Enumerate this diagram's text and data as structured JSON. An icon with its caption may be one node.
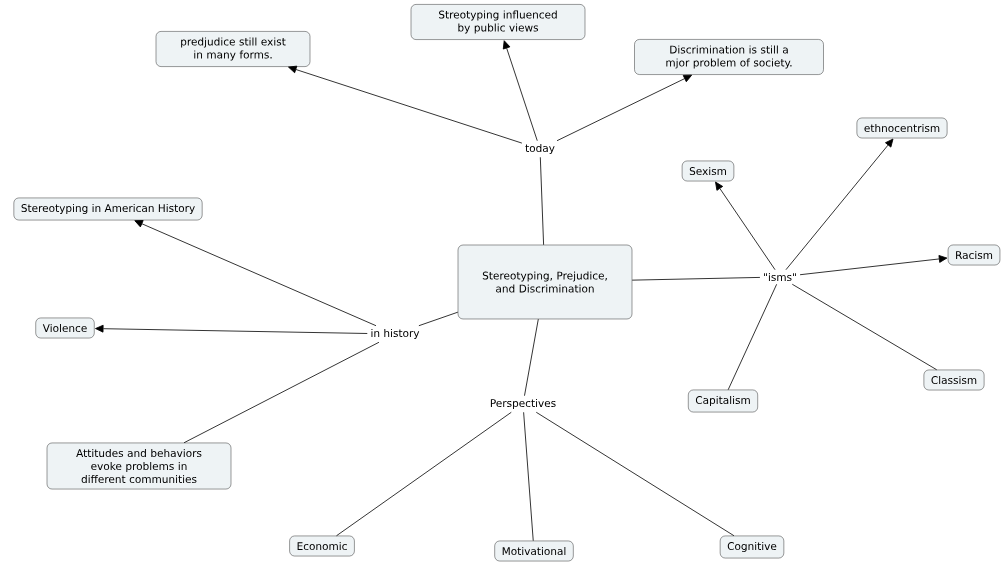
{
  "diagram": {
    "nodes": [
      {
        "text": [
          "Stereotyping, Prejudice, and Discrimination"
        ]
      },
      {
        "text": [
          "today"
        ]
      },
      {
        "text": [
          "predjudice still exist in many forms."
        ]
      },
      {
        "text": [
          "Streotyping influenced by public views"
        ]
      },
      {
        "text": [
          "Discrimination is still a mjor problem of society."
        ]
      },
      {
        "text": [
          "\"isms\""
        ]
      },
      {
        "text": [
          "Sexism"
        ]
      },
      {
        "text": [
          "ethnocentrism"
        ]
      },
      {
        "text": [
          "Racism"
        ]
      },
      {
        "text": [
          "Classism"
        ]
      },
      {
        "text": [
          "Capitalism"
        ]
      },
      {
        "text": [
          "in history"
        ]
      },
      {
        "text": [
          "Stereotyping in American History"
        ]
      },
      {
        "text": [
          "Violence"
        ]
      },
      {
        "text": [
          "Attitudes and behaviors evoke problems in different communities"
        ]
      },
      {
        "text": [
          "Perspectives"
        ]
      },
      {
        "text": [
          "Economic"
        ]
      },
      {
        "text": [
          "Motivational"
        ]
      },
      {
        "text": [
          "Cognitive"
        ]
      }
    ],
    "edges": [
      {
        "from": 0,
        "to": 1,
        "arrow": "none"
      },
      {
        "from": 1,
        "to": 2,
        "arrow": "to"
      },
      {
        "from": 1,
        "to": 3,
        "arrow": "to"
      },
      {
        "from": 1,
        "to": 4,
        "arrow": "to"
      },
      {
        "from": 0,
        "to": 5,
        "arrow": "none"
      },
      {
        "from": 5,
        "to": 6,
        "arrow": "to"
      },
      {
        "from": 5,
        "to": 7,
        "arrow": "to"
      },
      {
        "from": 5,
        "to": 8,
        "arrow": "to"
      },
      {
        "from": 5,
        "to": 9,
        "arrow": "none"
      },
      {
        "from": 5,
        "to": 10,
        "arrow": "none"
      },
      {
        "from": 0,
        "to": 11,
        "arrow": "none"
      },
      {
        "from": 11,
        "to": 12,
        "arrow": "to"
      },
      {
        "from": 11,
        "to": 13,
        "arrow": "to"
      },
      {
        "from": 11,
        "to": 14,
        "arrow": "none"
      },
      {
        "from": 0,
        "to": 15,
        "arrow": "none"
      },
      {
        "from": 15,
        "to": 16,
        "arrow": "none"
      },
      {
        "from": 15,
        "to": 17,
        "arrow": "none"
      },
      {
        "from": 15,
        "to": 18,
        "arrow": "none"
      }
    ]
  }
}
